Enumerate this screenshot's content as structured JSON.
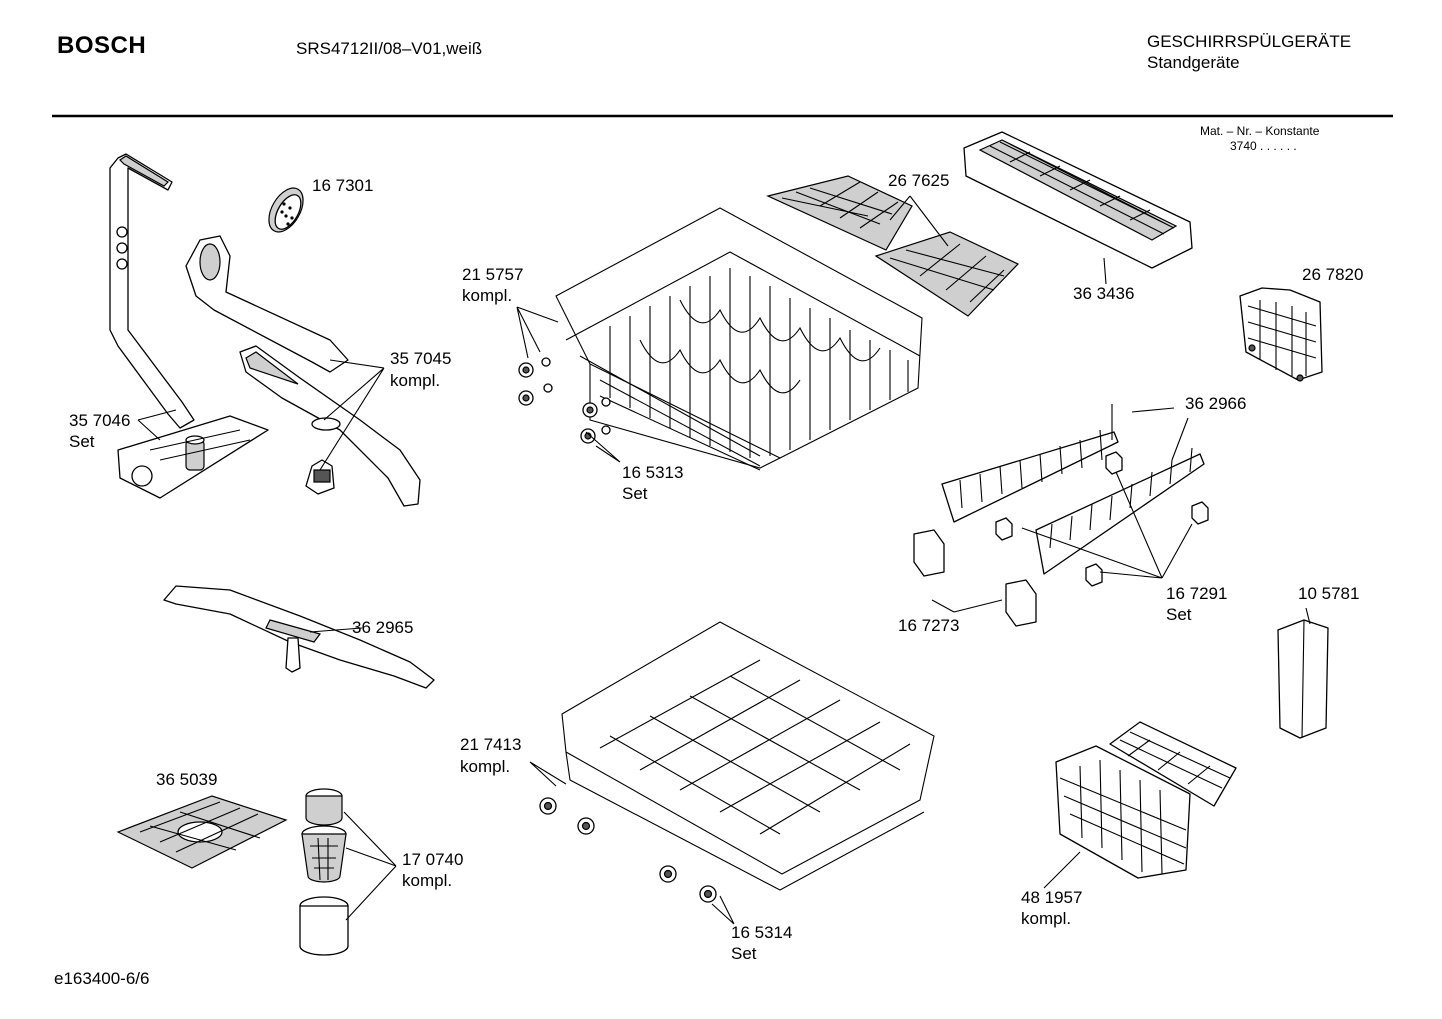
{
  "header": {
    "brand": "BOSCH",
    "model": "SRS4712II/08–V01,weiß",
    "category": "GESCHIRRSPÜLGERÄTE",
    "subcategory": "Standgeräte",
    "mat_label": "Mat. – Nr. – Konstante",
    "mat_value": "3740 . . . . . ."
  },
  "footer": {
    "code": "e163400-6/6"
  },
  "parts": {
    "p167301": {
      "number": "16 7301"
    },
    "p267625": {
      "number": "26 7625"
    },
    "p363436": {
      "number": "36 3436"
    },
    "p267820": {
      "number": "26 7820"
    },
    "p215757": {
      "number": "21 5757",
      "note": "kompl."
    },
    "p357045": {
      "number": "35 7045",
      "note": "kompl."
    },
    "p357046": {
      "number": "35 7046",
      "note": "Set"
    },
    "p165313": {
      "number": "16 5313",
      "note": "Set"
    },
    "p362966": {
      "number": "36 2966"
    },
    "p167291": {
      "number": "16 7291",
      "note": "Set"
    },
    "p167273": {
      "number": "16 7273"
    },
    "p105781": {
      "number": "10 5781"
    },
    "p362965": {
      "number": "36 2965"
    },
    "p217413": {
      "number": "21 7413",
      "note": "kompl."
    },
    "p365039": {
      "number": "36 5039"
    },
    "p170740": {
      "number": "17 0740",
      "note": "kompl."
    },
    "p165314": {
      "number": "16 5314",
      "note": "Set"
    },
    "p481957": {
      "number": "48 1957",
      "note": "kompl."
    }
  }
}
